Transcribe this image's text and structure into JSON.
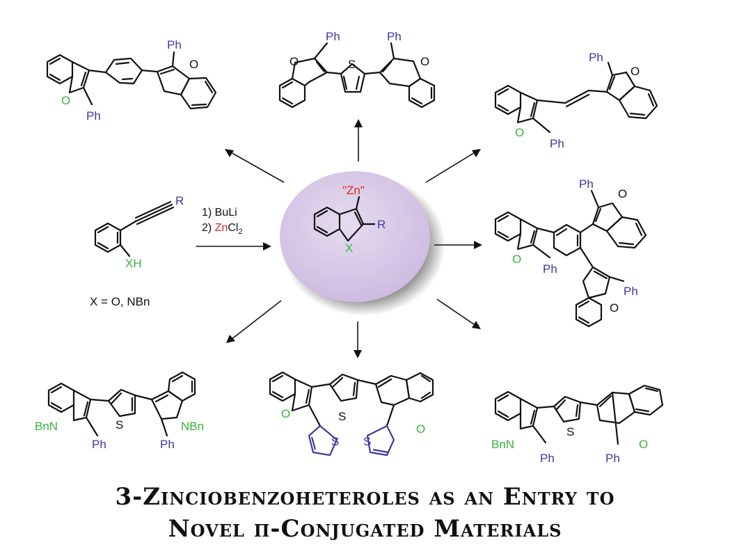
{
  "labels": {
    "ph": "Ph",
    "o": "O",
    "s": "S",
    "x": "X",
    "r": "R",
    "xh": "XH",
    "bnn": "BnN",
    "nbn": "NBn",
    "zn": "\"Zn\""
  },
  "reagents": {
    "step1": "1) BuLi",
    "step2_prefix": "2) ",
    "step2_zn": "Zn",
    "step2_cl": "Cl",
    "step2_sub": "2"
  },
  "condition": "X = O, NBn",
  "title": {
    "line1": "3-Zinciobenzoheteroles as an Entry to",
    "line2": "Novel π-Conjugated Materials"
  },
  "colors": {
    "phenyl_label": "#3a3aa0",
    "heteroatom": "#38b43a",
    "zinc": "#e0261e",
    "center_disc": "#ddd0ea"
  }
}
